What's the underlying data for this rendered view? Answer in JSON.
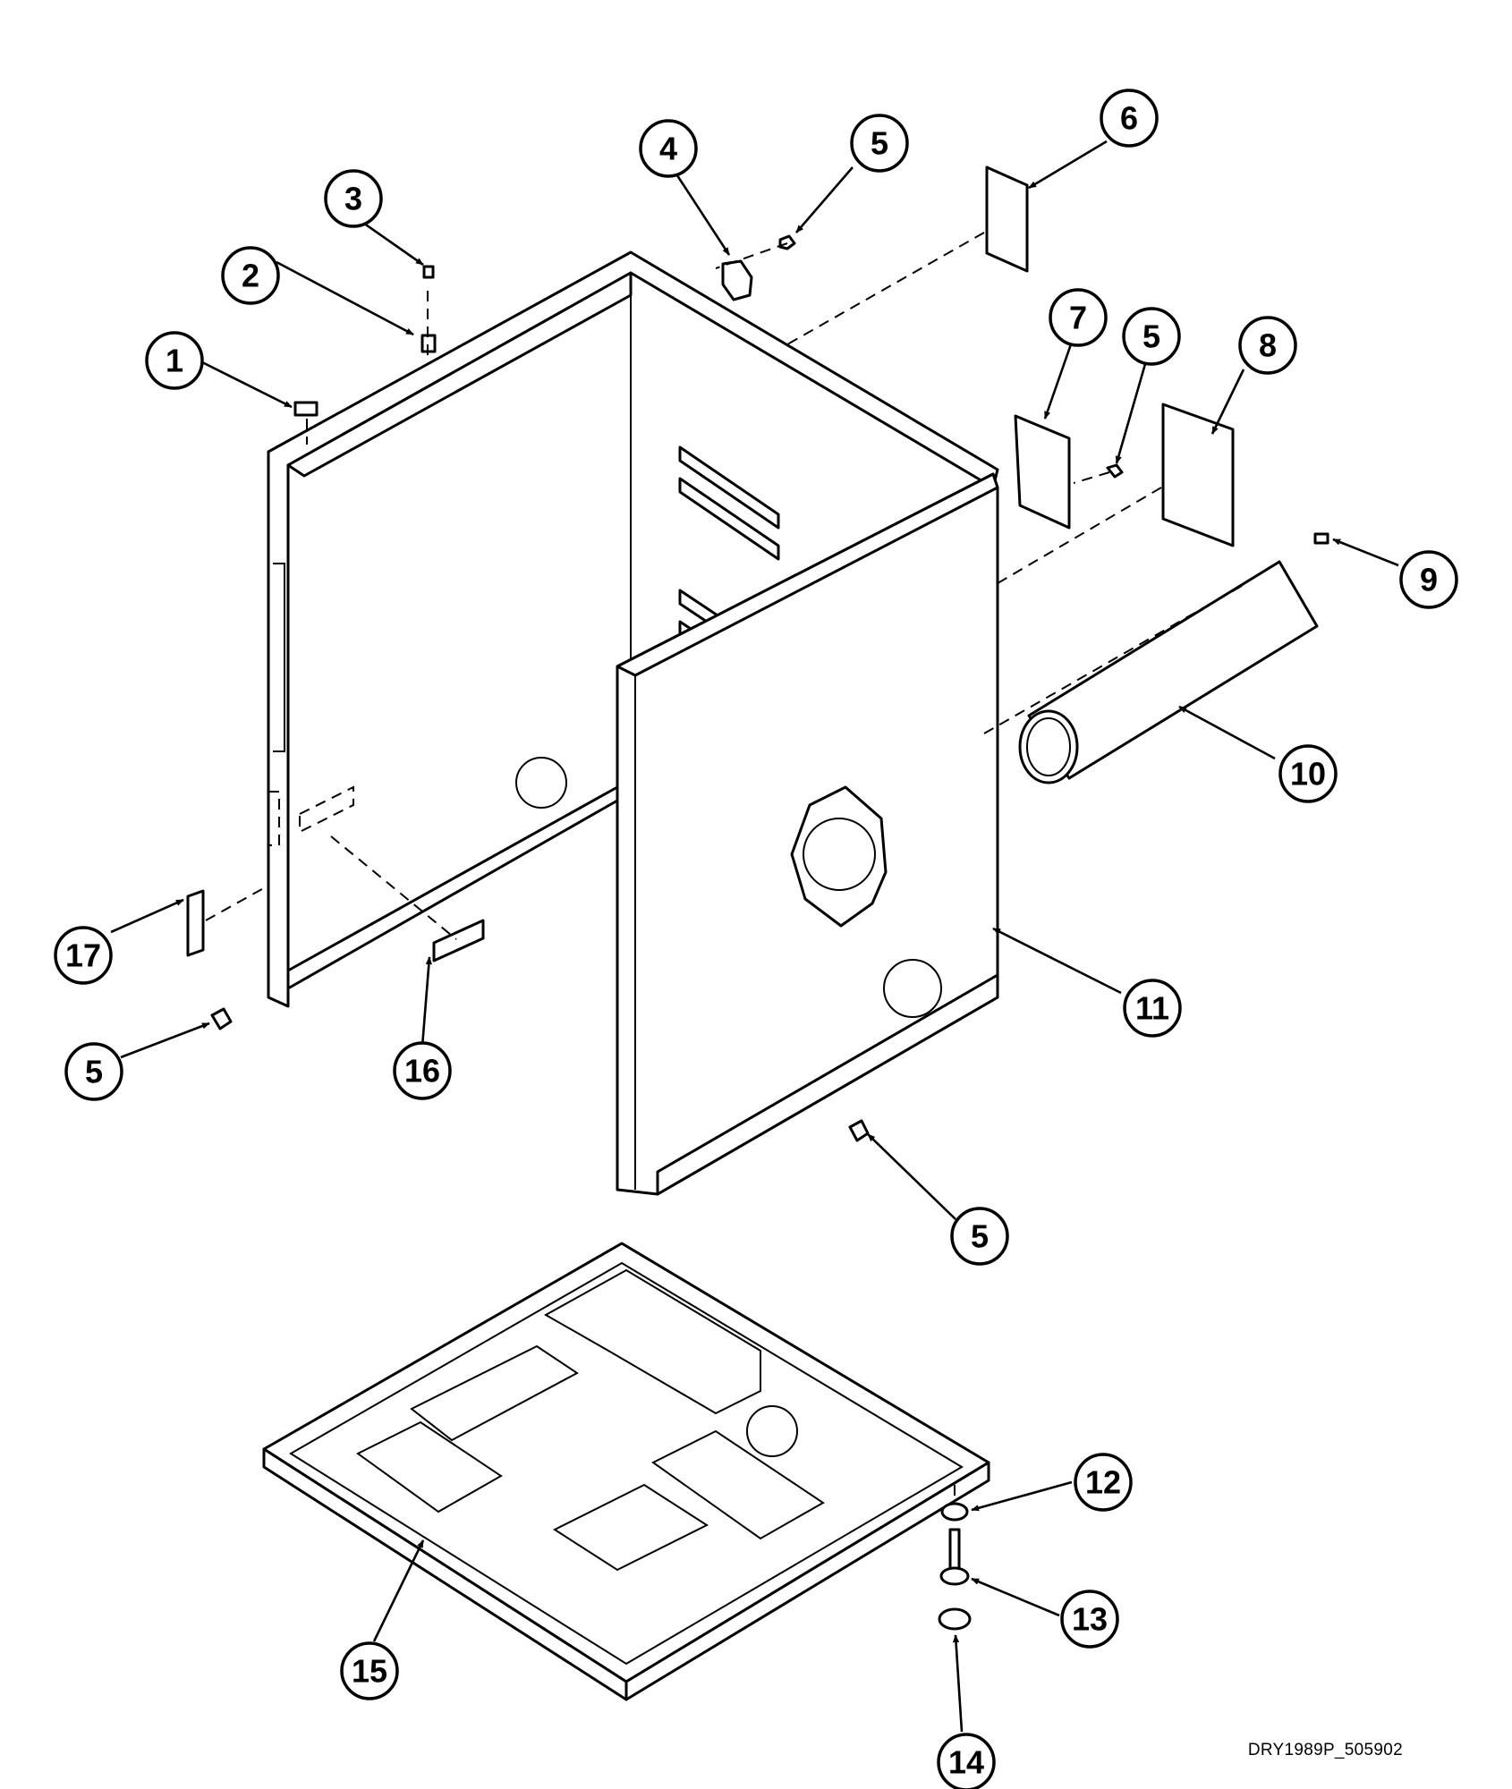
{
  "callouts": [
    {
      "id": "c1",
      "label": "1"
    },
    {
      "id": "c2",
      "label": "2"
    },
    {
      "id": "c3",
      "label": "3"
    },
    {
      "id": "c4",
      "label": "4"
    },
    {
      "id": "c5a",
      "label": "5"
    },
    {
      "id": "c5b",
      "label": "5"
    },
    {
      "id": "c5c",
      "label": "5"
    },
    {
      "id": "c5d",
      "label": "5"
    },
    {
      "id": "c6",
      "label": "6"
    },
    {
      "id": "c7",
      "label": "7"
    },
    {
      "id": "c8",
      "label": "8"
    },
    {
      "id": "c9",
      "label": "9"
    },
    {
      "id": "c10",
      "label": "10"
    },
    {
      "id": "c11",
      "label": "11"
    },
    {
      "id": "c12",
      "label": "12"
    },
    {
      "id": "c13",
      "label": "13"
    },
    {
      "id": "c14",
      "label": "14"
    },
    {
      "id": "c15",
      "label": "15"
    },
    {
      "id": "c16",
      "label": "16"
    },
    {
      "id": "c17",
      "label": "17"
    }
  ],
  "drawing_ref": "DRY1989P_505902",
  "colors": {
    "line": "#000000",
    "background": "#ffffff"
  }
}
